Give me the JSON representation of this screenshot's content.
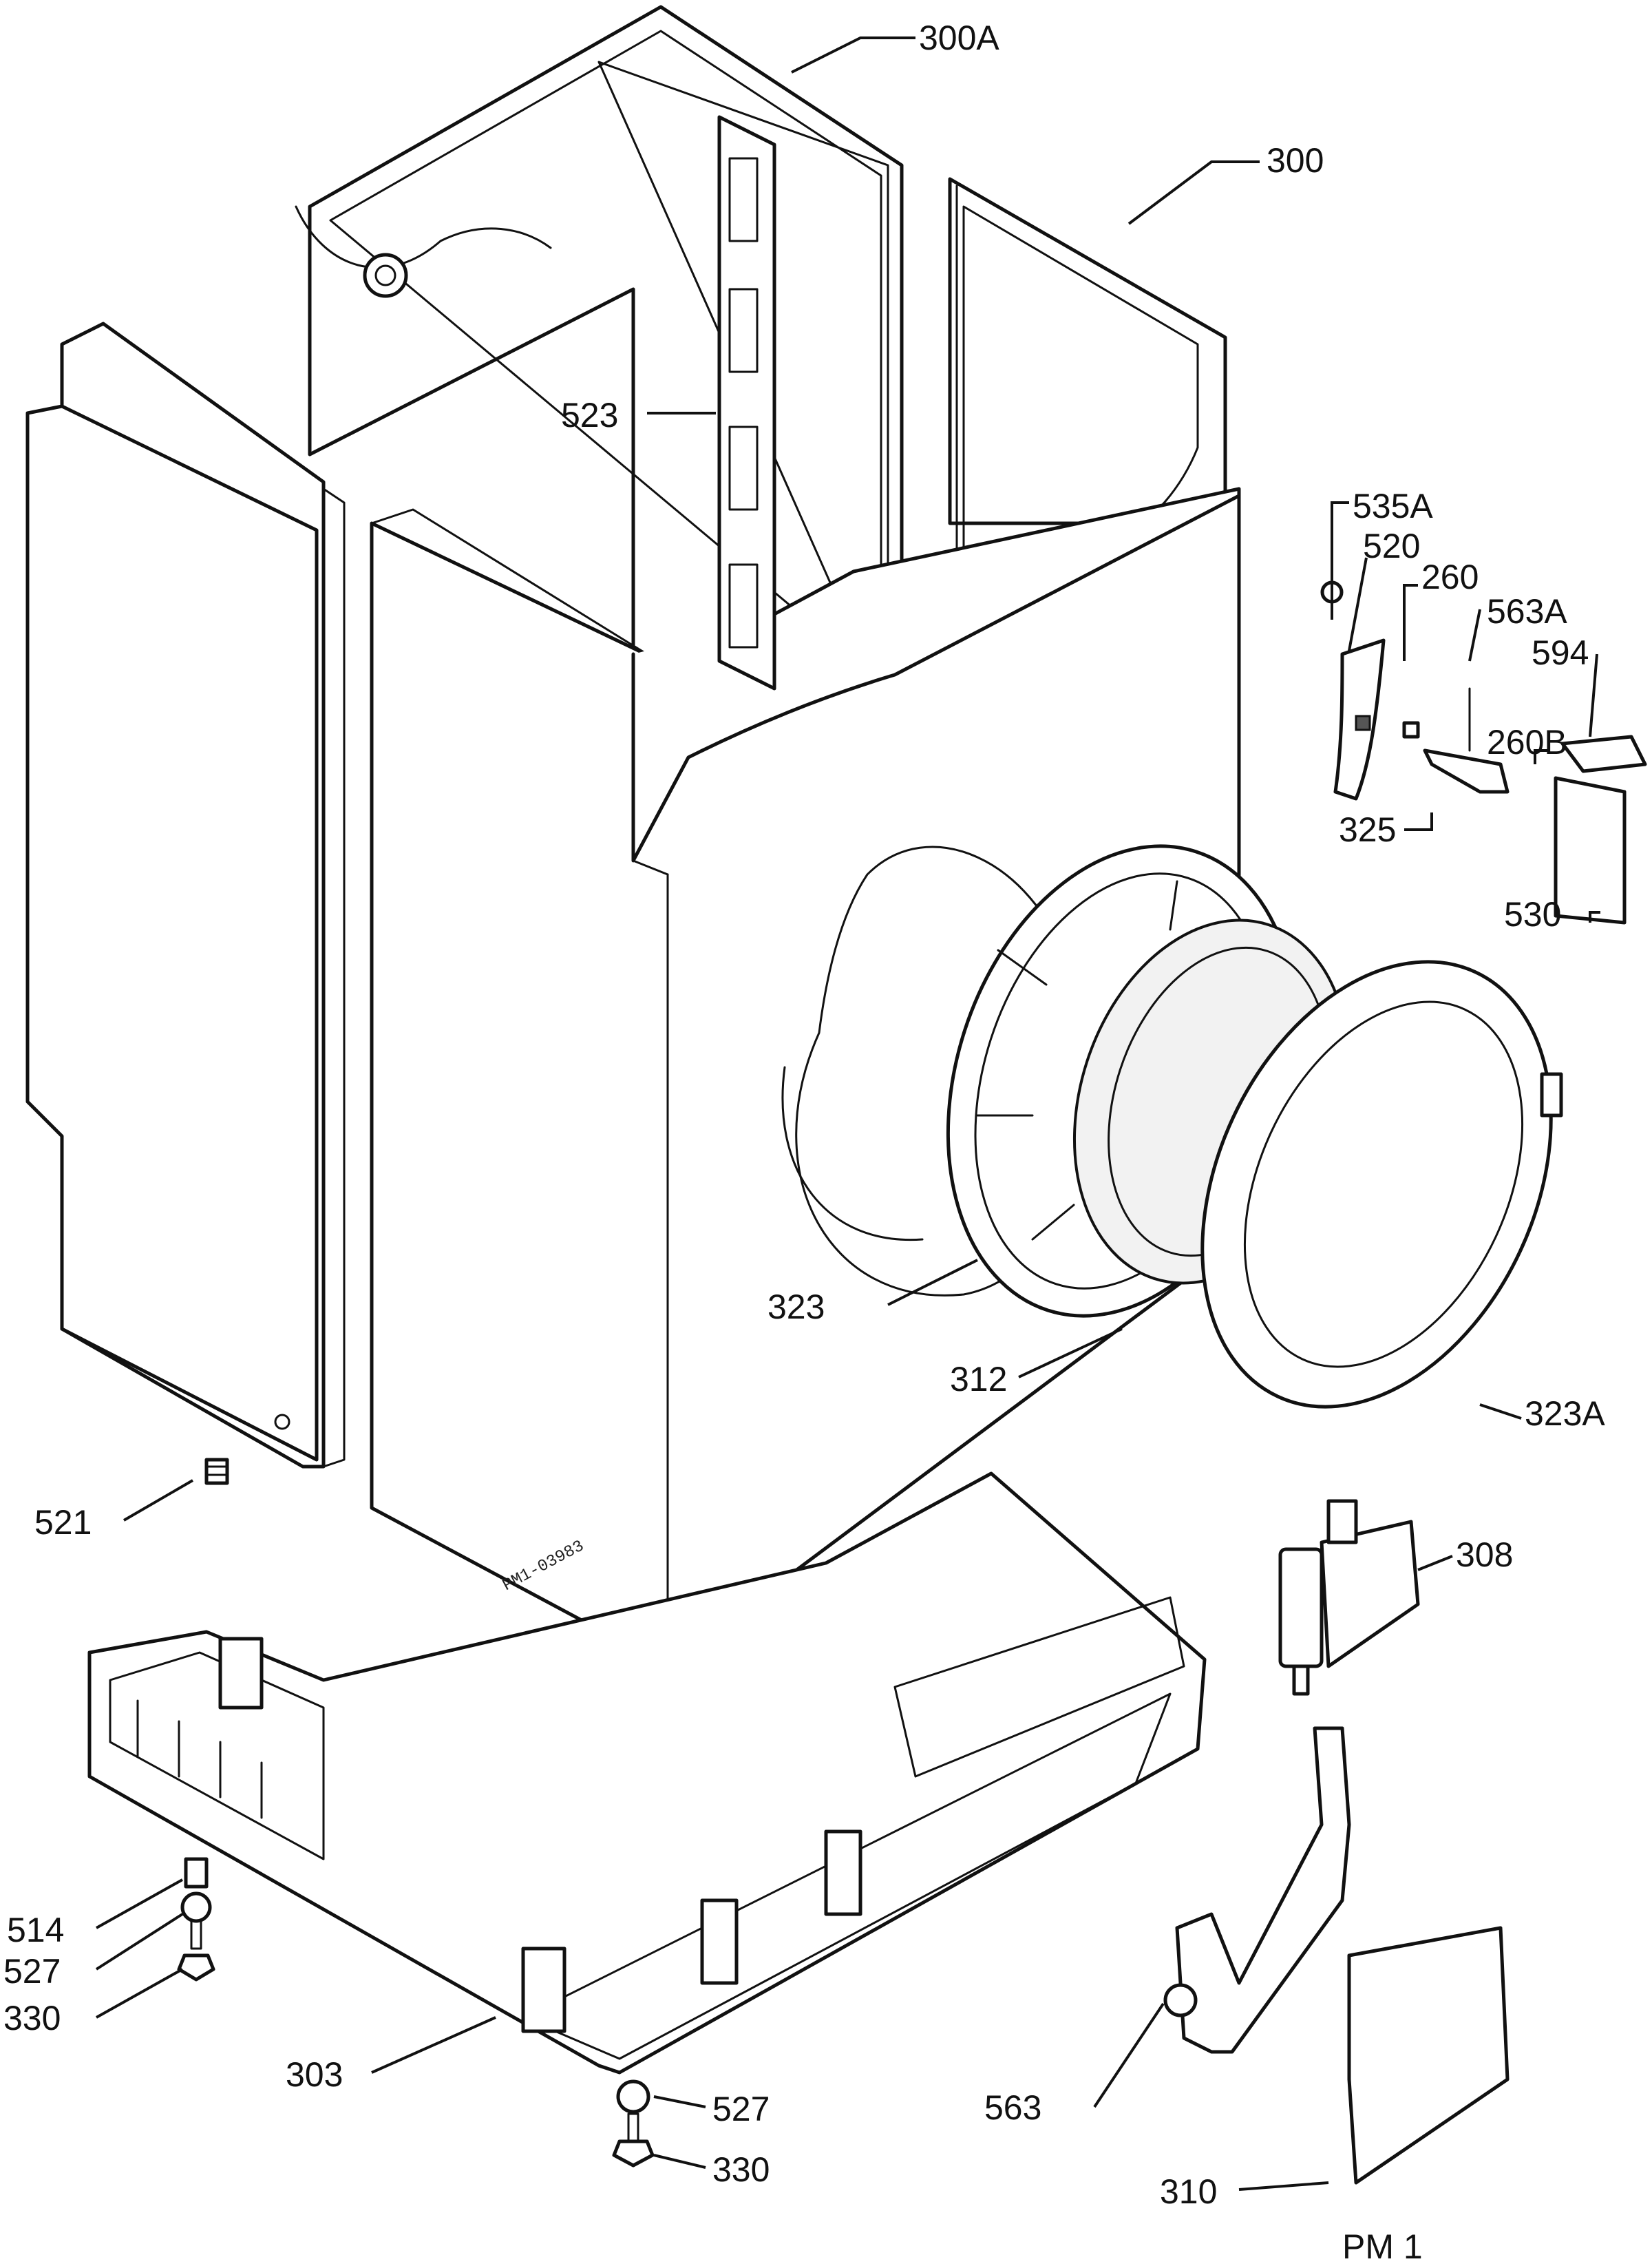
{
  "diagram": {
    "sheet_id": "PM 1",
    "drawing_number": "PM1-03983",
    "callouts": {
      "c300A": "300A",
      "c300": "300",
      "c523": "523",
      "c535A": "535A",
      "c520": "520",
      "c260": "260",
      "c563A": "563A",
      "c594": "594",
      "c260B": "260B",
      "c325": "325",
      "c530": "530",
      "c323": "323",
      "c312": "312",
      "c323A": "323A",
      "c521": "521",
      "c308": "308",
      "c514": "514",
      "c527a": "527",
      "c330a": "330",
      "c303": "303",
      "c527b": "527",
      "c330b": "330",
      "c563": "563",
      "c310": "310"
    }
  }
}
